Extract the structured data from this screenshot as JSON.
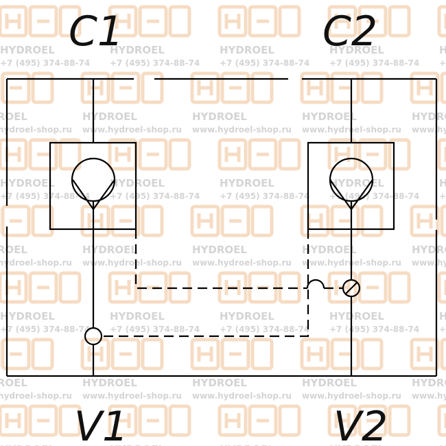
{
  "ports": {
    "c1": "C1",
    "c2": "C2",
    "v1": "V1",
    "v2": "V2"
  },
  "watermark": {
    "brand": "HYDROEL",
    "phone": "+7 (495) 374-88-74",
    "site": "www.hydroel-shop.ru",
    "logo_color": "#f6dcc4",
    "text_color": "#d4d4d4"
  },
  "colors": {
    "line": "#000000",
    "background": "#ffffff"
  }
}
